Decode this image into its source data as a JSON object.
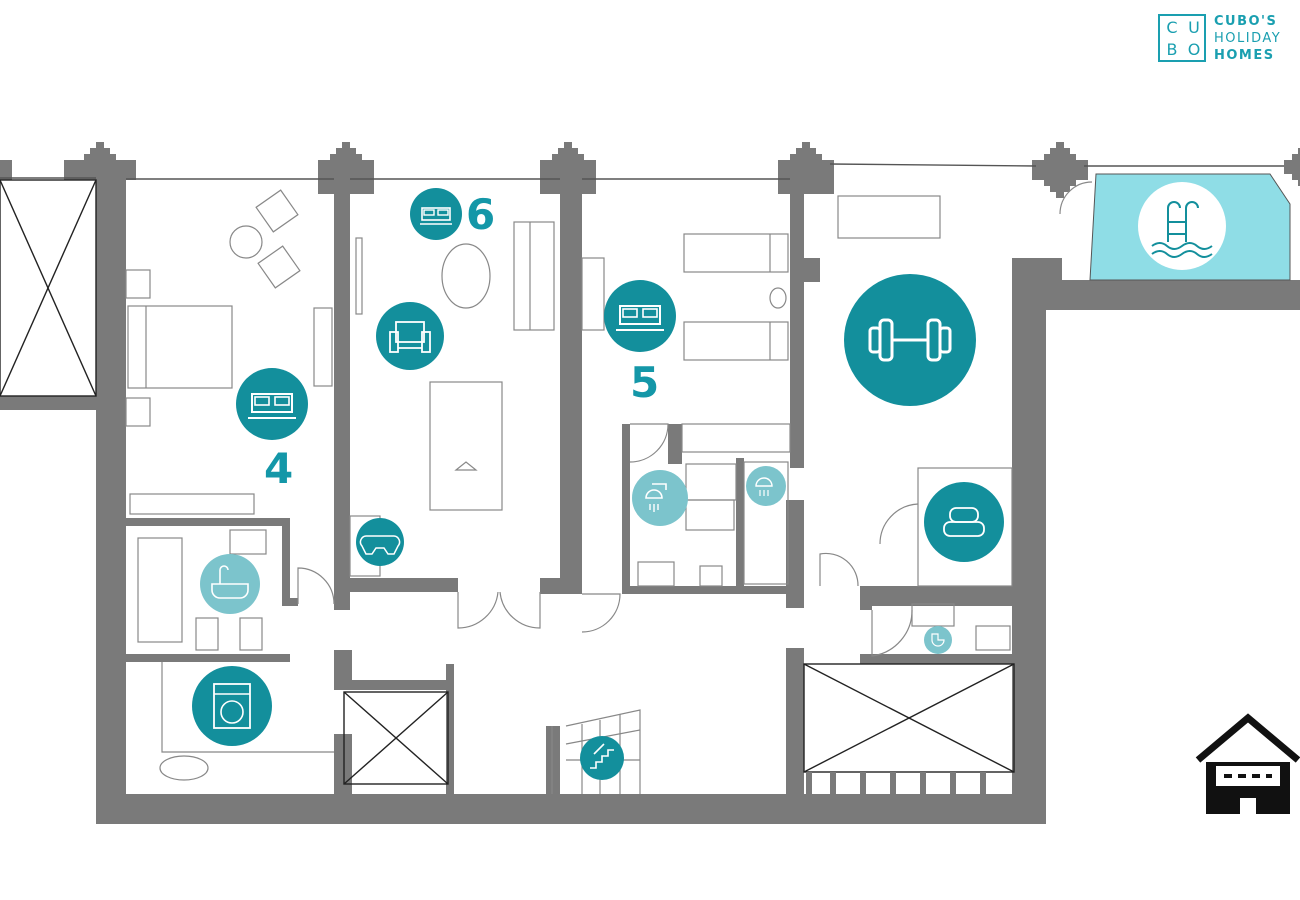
{
  "brand": {
    "letters": [
      "C",
      "U",
      "B",
      "O"
    ],
    "name_lines": [
      "CUBO'S",
      "HOLIDAY",
      "HOMES"
    ]
  },
  "rooms": {
    "bedroom_4": "4",
    "bedroom_5": "5",
    "bedroom_6": "6"
  },
  "colors": {
    "wall": "#7a7a7a",
    "accent": "#138f9c",
    "accent_light": "#7cc4cc",
    "pool_water": "#8fdde6",
    "line": "#888888",
    "house_icon": "#111111"
  },
  "icons": [
    {
      "name": "bed-icon",
      "room": "bedroom 6"
    },
    {
      "name": "armchair-icon",
      "room": "bedroom 6"
    },
    {
      "name": "gamepad-icon",
      "room": "bedroom 6"
    },
    {
      "name": "bed-icon",
      "room": "bedroom 4"
    },
    {
      "name": "bathtub-icon",
      "room": "bathroom"
    },
    {
      "name": "washing-machine-icon",
      "room": "laundry"
    },
    {
      "name": "bed-icon",
      "room": "bedroom 5"
    },
    {
      "name": "shower-icon",
      "room": "bathroom"
    },
    {
      "name": "shower-icon",
      "room": "bathroom"
    },
    {
      "name": "dumbbell-icon",
      "room": "gym"
    },
    {
      "name": "towels-icon",
      "room": "gym"
    },
    {
      "name": "toilet-icon",
      "room": "wc"
    },
    {
      "name": "stairs-icon",
      "room": "hall"
    },
    {
      "name": "pool-ladder-icon",
      "room": "pool"
    },
    {
      "name": "garage-icon",
      "room": "outside"
    }
  ]
}
